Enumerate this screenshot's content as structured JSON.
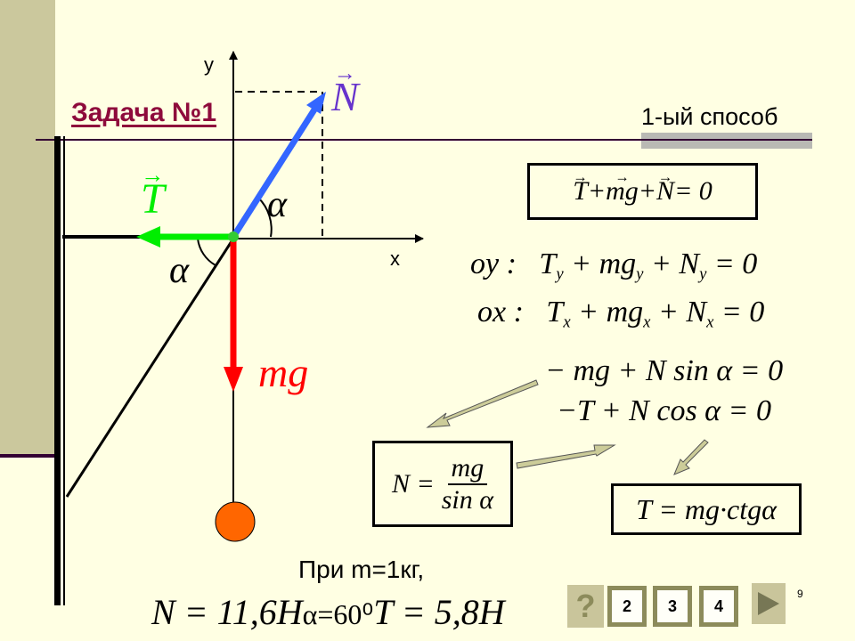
{
  "slide": {
    "title": "Задача №1",
    "method": "1-ый способ",
    "page_number": "9"
  },
  "diagram": {
    "axis_y": "y",
    "axis_x": "x",
    "label_N": "N",
    "label_T": "T",
    "label_mg": "mg",
    "alpha_top": "α",
    "alpha_left": "α"
  },
  "equations": {
    "vector_sum": {
      "T": "T",
      "plus1": " + ",
      "mg": "mg",
      "plus2": " + ",
      "N": "N",
      "rest": " = 0"
    },
    "oy": {
      "axis": "oy :",
      "T": "T",
      "Tsub": "y",
      "mg": " + mg",
      "mgsub": "y",
      "N": " + N",
      "Nsub": "y",
      "rest": " = 0"
    },
    "ox": {
      "axis": "ox :",
      "T": "T",
      "Tsub": "x",
      "mg": " + mg",
      "mgsub": "x",
      "N": " + N",
      "Nsub": "x",
      "rest": " = 0"
    },
    "eq_y": "− mg + N sin α = 0",
    "eq_x": "−T + N cos α = 0",
    "N_result": {
      "lhs": "N =",
      "num": "mg",
      "den": "sin α"
    },
    "T_result": "T = mg·ctgα"
  },
  "answer": {
    "given": "При m=1кг,",
    "N_value": "N = 11,6H",
    "alpha_value": "α=60⁰",
    "T_value": "T = 5,8H"
  },
  "nav": {
    "help": "?",
    "buttons": [
      "2",
      "3",
      "4"
    ]
  },
  "colors": {
    "background": "#FFFFE3",
    "title": "#8E0B3C",
    "N_vector": "#3366FF",
    "T_vector": "#00EE00",
    "mg_vector": "#FF0000",
    "ball": "#FF6600",
    "N_label": "#6633CC"
  }
}
